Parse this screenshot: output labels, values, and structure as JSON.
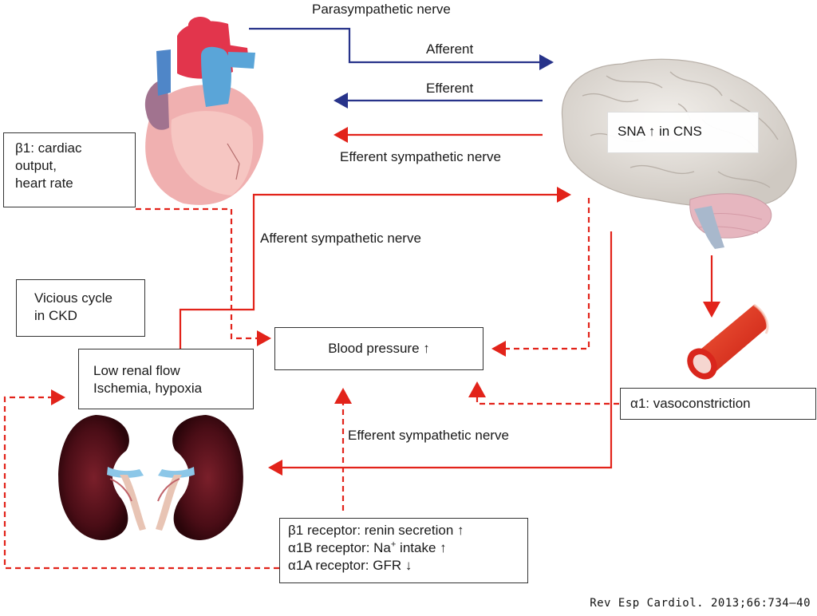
{
  "labels": {
    "parasympathetic": "Parasympathetic nerve",
    "afferent": "Afferent",
    "efferent": "Efferent",
    "efferent_sympathetic_top": "Efferent sympathetic nerve",
    "afferent_sympathetic": "Afferent sympathetic nerve",
    "efferent_sympathetic_bottom": "Efferent sympathetic nerve"
  },
  "boxes": {
    "sna": "SNA ↑ in CNS",
    "beta1_cardiac": [
      "β1: cardiac",
      "output,",
      "heart rate"
    ],
    "vicious_cycle": [
      "Vicious cycle",
      "in CKD"
    ],
    "low_renal": [
      "Low renal flow",
      "Ischemia, hypoxia"
    ],
    "blood_pressure": "Blood pressure ↑",
    "alpha1": "α1: vasoconstriction",
    "receptors": {
      "line1": "β1 receptor: renin secretion ↑",
      "line2_pre": "α1B receptor: Na",
      "line2_sup": "+",
      "line2_post": " intake ↑",
      "line3": "α1A receptor: GFR ↓"
    }
  },
  "credit": "Rev Esp Cardiol. 2013;66:734–40",
  "colors": {
    "red": "#e2231a",
    "blue": "#27338a",
    "artery": "#d9261c"
  },
  "icons": [
    "heart-illustration",
    "brain-illustration",
    "kidneys-illustration",
    "blood-vessel-illustration"
  ]
}
